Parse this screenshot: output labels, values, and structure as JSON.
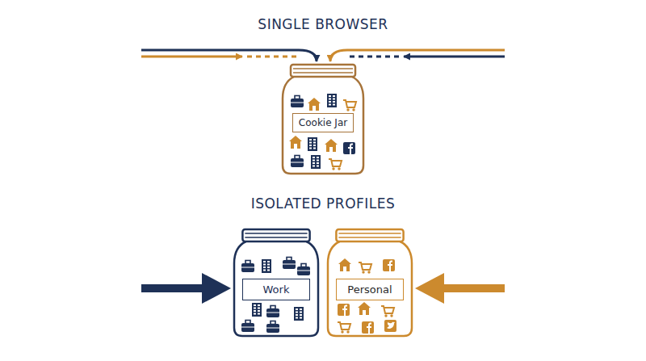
{
  "diagram": {
    "title": "SINGLE BROWSER",
    "nodes": [
      {
        "text": [
          "Cookie Jar"
        ]
      },
      {
        "text": [
          "Work"
        ]
      },
      {
        "text": [
          "Personal"
        ]
      }
    ],
    "labels": [
      "ISOLATED PROFILES"
    ]
  }
}
